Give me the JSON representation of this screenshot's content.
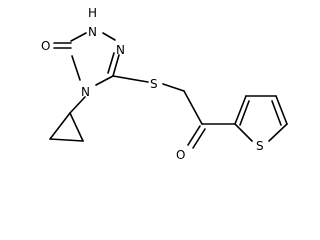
{
  "molecule": {
    "atoms": {
      "carbonyl_oxygen_ring": "O",
      "ring_nh": "H",
      "nh_n": "N",
      "ring_n": "N",
      "ring_n4": "N",
      "thioether_s": "S",
      "ketone_oxygen": "O",
      "thiophene_s": "S"
    }
  }
}
